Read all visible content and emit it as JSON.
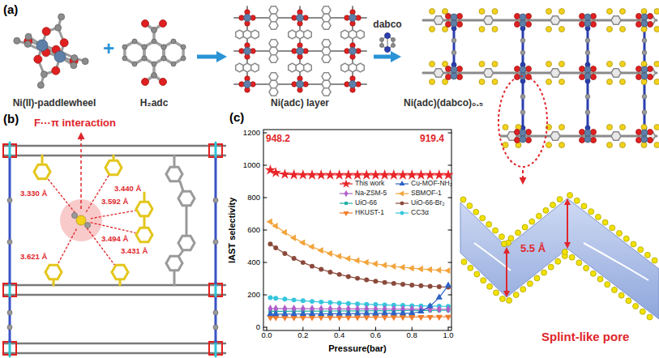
{
  "diagram": {
    "nodes": [
      {
        "text": [
          "Ni(II)-paddlewheel"
        ]
      },
      {
        "text": [
          "H₂adc"
        ]
      },
      {
        "text": [
          "Ni(adc) layer"
        ]
      },
      {
        "text": [
          "Ni(adc)(dabco)₀.₅"
        ]
      },
      {
        "text": [
          "5.5 Å",
          "Splint-like pore"
        ]
      }
    ],
    "edges": [
      {
        "from": 1,
        "to": 2,
        "arrow": "to"
      },
      {
        "from": 2,
        "to": 3,
        "label": "dabco",
        "arrow": "to"
      },
      {
        "from": 3,
        "to": 4,
        "arrow": "to"
      }
    ],
    "labels": [
      "(a)",
      "+",
      "(b)",
      "F···π interaction",
      "3.330 Å",
      "3.440 Å",
      "3.592 Å",
      "3.494 Å",
      "3.431 Å",
      "3.621 Å",
      "(c)",
      "948.2",
      "919.4",
      "IAST selectivity",
      "Pressure(bar)",
      "0",
      "200",
      "400",
      "600",
      "800",
      "1000",
      "1200",
      "0.0",
      "0.2",
      "0.4",
      "0.6",
      "0.8",
      "1.0"
    ],
    "legend": [
      {
        "text": "This work"
      },
      {
        "text": "Cu-MOF-NH₂"
      },
      {
        "text": "Na-ZSM-5"
      },
      {
        "text": "SBMOF-1"
      },
      {
        "text": "UiO-66"
      },
      {
        "text": "UiO-66-Br₂"
      },
      {
        "text": "HKUST-1"
      },
      {
        "text": "CC3α"
      }
    ]
  }
}
